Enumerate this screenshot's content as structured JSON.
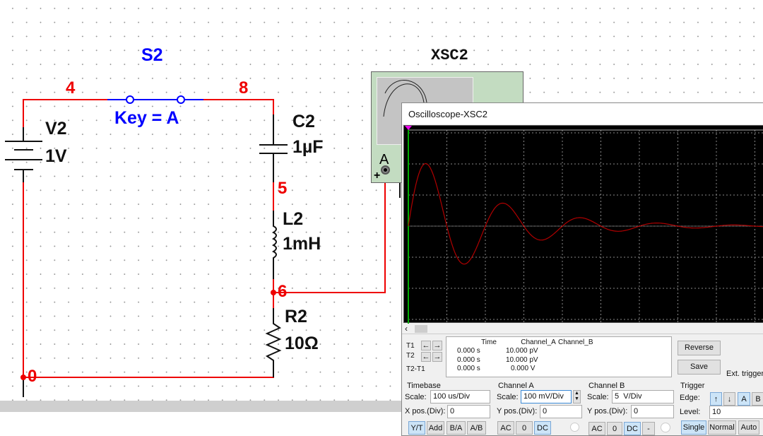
{
  "schematic": {
    "switch": {
      "name": "S2",
      "key": "Key = A"
    },
    "source": {
      "name": "V2",
      "value": "1V"
    },
    "capacitor": {
      "name": "C2",
      "value": "1µF"
    },
    "inductor": {
      "name": "L2",
      "value": "1mH"
    },
    "resistor": {
      "name": "R2",
      "value": "10Ω"
    },
    "nodes": [
      "4",
      "8",
      "5",
      "6",
      "0"
    ],
    "instrument": {
      "name": "XSC2",
      "probe": "A",
      "plus": "+"
    },
    "wire_color": "#ff0000",
    "switch_color": "#0000ff"
  },
  "scope": {
    "title": "Oscilloscope-XSC2",
    "trace_color": "#b00000",
    "scroll_left": "‹",
    "readout": {
      "headers": [
        "Time",
        "Channel_A",
        "Channel_B"
      ],
      "rows": [
        {
          "label": "T1",
          "time": "0.000 s",
          "a": "10.000 pV",
          "b": ""
        },
        {
          "label": "T2",
          "time": "0.000 s",
          "a": "10.000 pV",
          "b": ""
        },
        {
          "label": "T2-T1",
          "time": "0.000 s",
          "a": "0.000 V",
          "b": ""
        }
      ]
    },
    "reverse": "Reverse",
    "save": "Save",
    "ext_trigger": "Ext. trigger",
    "timebase": {
      "title": "Timebase",
      "scale_label": "Scale:",
      "scale": "100 us/Div",
      "xpos_label": "X pos.(Div):",
      "xpos": "0",
      "modes": [
        "Y/T",
        "Add",
        "B/A",
        "A/B"
      ],
      "active": "Y/T"
    },
    "channel_a": {
      "title": "Channel A",
      "scale_label": "Scale:",
      "scale": "100 mV/Div",
      "ypos_label": "Y pos.(Div):",
      "ypos": "0",
      "coupling": [
        "AC",
        "0",
        "DC"
      ],
      "active": "DC"
    },
    "channel_b": {
      "title": "Channel B",
      "scale_label": "Scale:",
      "scale": "5  V/Div",
      "ypos_label": "Y pos.(Div):",
      "ypos": "0",
      "coupling": [
        "AC",
        "0",
        "DC",
        "-"
      ],
      "active": "DC"
    },
    "trigger": {
      "title": "Trigger",
      "edge_label": "Edge:",
      "edges": [
        "↑",
        "↓"
      ],
      "sources": [
        "A",
        "B"
      ],
      "level_label": "Level:",
      "level": "10",
      "modes": [
        "Single",
        "Normal",
        "Auto"
      ],
      "active": "Single"
    }
  }
}
